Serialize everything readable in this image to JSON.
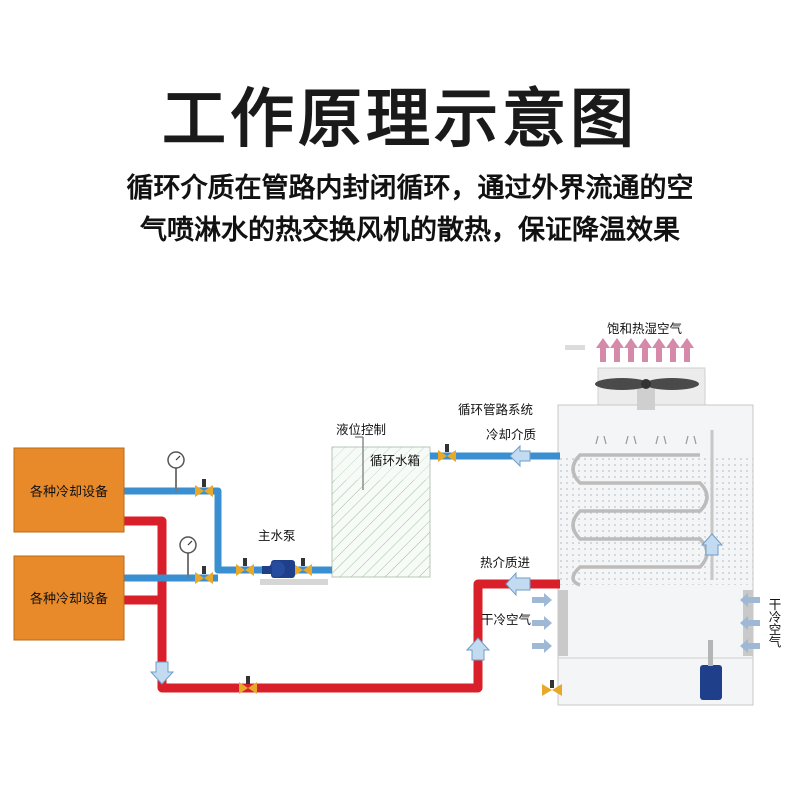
{
  "title": "工作原理示意图",
  "subtitle": {
    "line1": "循环介质在管路内封闭循环，通过外界流通的空",
    "line2": "气喷淋水的热交换风机的散热，保证降温效果"
  },
  "labels": {
    "equipment_top": "各种冷却设备",
    "equipment_bottom": "各种冷却设备",
    "main_pump": "主水泵",
    "level_control": "液位控制",
    "circulation_tank": "循环水箱",
    "piping_system": "循环管路系统",
    "cooling_medium": "冷却介质",
    "hot_medium_in": "热介质进",
    "dry_cold_air_left": "干冷空气",
    "dry_cold_air_right": "干冷空气",
    "saturated_air": "饱和热湿空气"
  },
  "colors": {
    "hot_pipe": "#d9202a",
    "cold_pipe": "#3a8fd0",
    "equipment": "#e88a2a",
    "arrow": "#8fb7dd",
    "pump": "#1f3f8a",
    "valve": "#e8a82a"
  },
  "icons": [
    "pressure-gauge-icon",
    "valve-icon",
    "pump-icon",
    "fan-icon",
    "flow-arrow-icon"
  ]
}
